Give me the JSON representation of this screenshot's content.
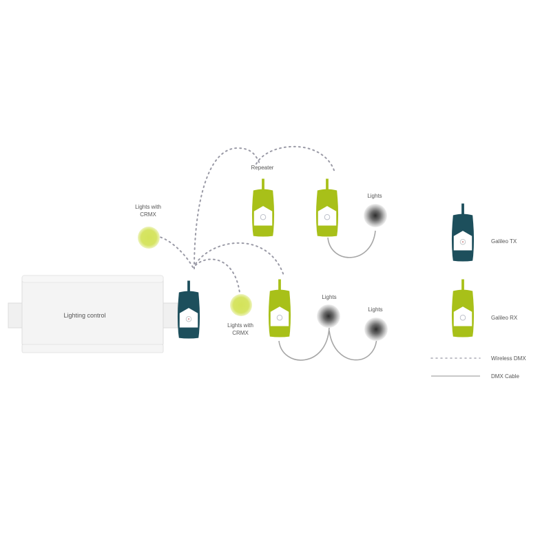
{
  "diagram": {
    "title": "",
    "colors": {
      "tx": "#1d4f5c",
      "rx": "#a8c019",
      "crmx_light": "#cfe04a",
      "light_core": "#3a3a3a",
      "wireless_line": "#9a9aa6",
      "cable_line": "#a0a0a0",
      "control_box": "#f4f4f4",
      "control_border": "#dcdcdc"
    },
    "nodes": {
      "lighting_control": {
        "label": "Lighting control"
      },
      "tx_main": {
        "label": ""
      },
      "crmx_light_top": {
        "label_line1": "Lights with",
        "label_line2": "CRMX"
      },
      "crmx_light_bottom": {
        "label_line1": "Lights with",
        "label_line2": "CRMX"
      },
      "repeater": {
        "label": "Repeater"
      },
      "rx_top_right": {
        "label": ""
      },
      "lights_top": {
        "label": "Lights"
      },
      "rx_bottom": {
        "label": ""
      },
      "lights_bottom_1": {
        "label": "Lights"
      },
      "lights_bottom_2": {
        "label": "Lights"
      }
    },
    "legend": {
      "items": [
        {
          "icon": "galileo-tx-icon",
          "label": "Galileo TX"
        },
        {
          "icon": "galileo-rx-icon",
          "label": "Galileo RX"
        },
        {
          "icon": "dashed-line-icon",
          "label": "Wireless DMX"
        },
        {
          "icon": "solid-line-icon",
          "label": "DMX Cable"
        }
      ]
    }
  }
}
